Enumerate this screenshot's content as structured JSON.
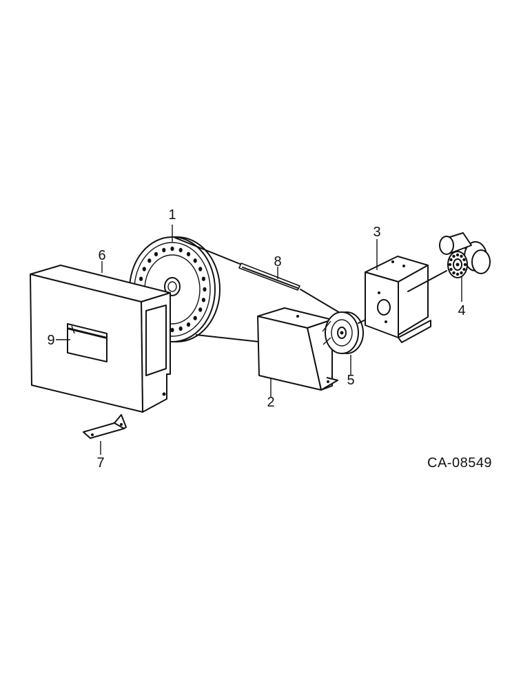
{
  "parts": [
    {
      "number": "1",
      "name": "large-pulley"
    },
    {
      "number": "2",
      "name": "small-guard"
    },
    {
      "number": "3",
      "name": "motor-bracket"
    },
    {
      "number": "4",
      "name": "motor"
    },
    {
      "number": "5",
      "name": "small-pulley"
    },
    {
      "number": "6",
      "name": "large-guard"
    },
    {
      "number": "7",
      "name": "support-strap"
    },
    {
      "number": "8",
      "name": "v-belt"
    },
    {
      "number": "9",
      "name": "decal"
    }
  ],
  "figure_code": "CA-08549"
}
